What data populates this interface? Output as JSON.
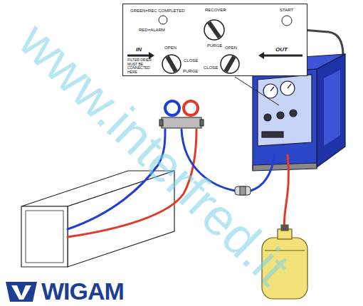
{
  "diagram": {
    "nodes": [
      {
        "text": [
          "GREEN=REC COMPLETED",
          "RECOVER",
          "START",
          "RED=ALARM",
          "IN",
          "OPEN",
          "PURGE",
          "OPEN",
          "OUT",
          "FILTER DRIER MUST BE CONNECTED HERE",
          "CLOSE",
          "PURGE",
          "CLOSE"
        ]
      }
    ],
    "labels": [
      "www.interfred.it",
      "WIGAM"
    ]
  }
}
